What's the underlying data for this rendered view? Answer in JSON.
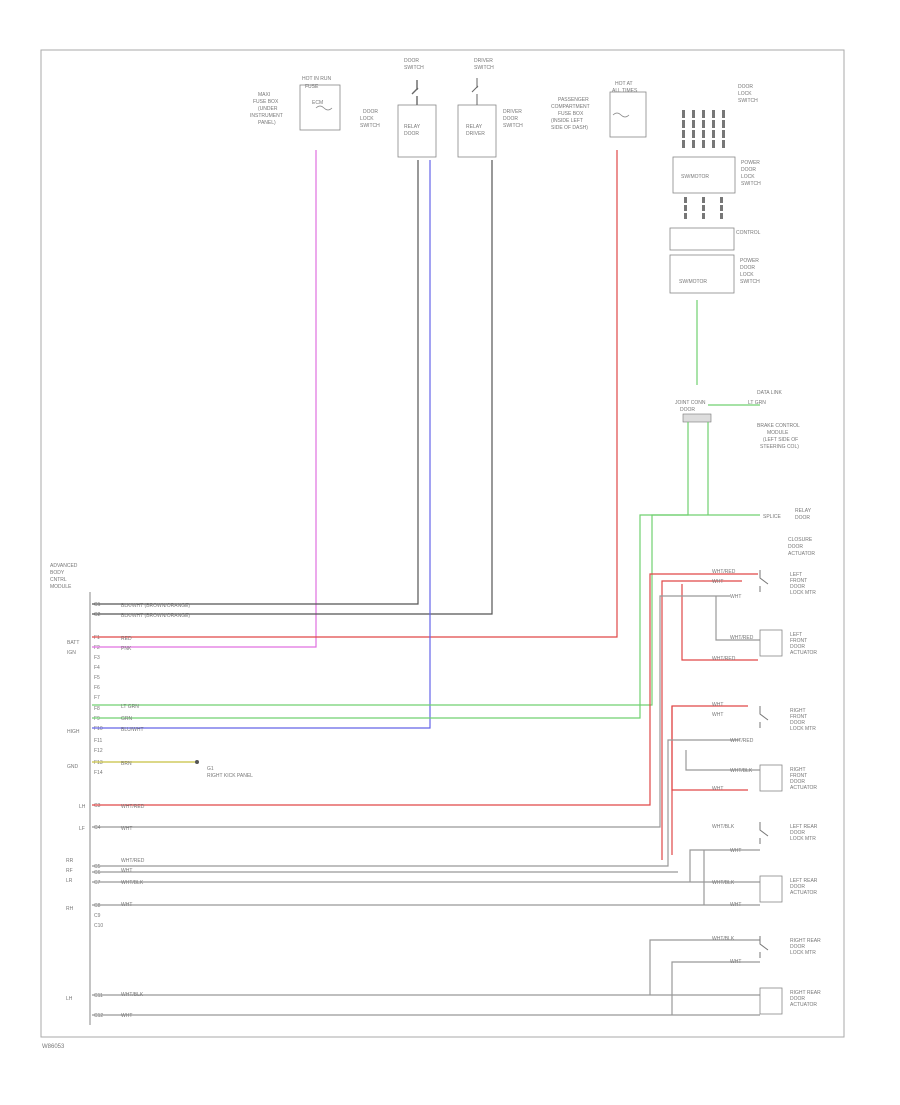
{
  "footer_code": "W86053",
  "module": {
    "label_lines": [
      "ADVANCED",
      "BODY",
      "CNTRL",
      "MODULE"
    ]
  },
  "side_labels": [
    "BATT",
    "IGN",
    "HIGH",
    "GND",
    "LH",
    "LF",
    "RR",
    "RF",
    "LR",
    "RH",
    "LH"
  ],
  "pins": [
    "C1",
    "C2",
    "F1",
    "F2",
    "F3",
    "F4",
    "F5",
    "F6",
    "F7",
    "F8",
    "F9",
    "F10",
    "F11",
    "F12",
    "F13",
    "F14",
    "C3",
    "C4",
    "C5",
    "C6",
    "C7",
    "C8",
    "C9",
    "C10",
    "C11",
    "C12"
  ],
  "wire_labels": {
    "w1": "BLK/WHT (BROWN/ORANGE)",
    "w2": "BLK/WHT (BROWN/ORANGE)",
    "w3": "RED",
    "w4": "PNK",
    "w5": "LT GRN",
    "w6": "GRN",
    "w7": "BLU/WHT",
    "w8": "BRN",
    "w9": "WHT/RED",
    "w10": "WHT",
    "w11": "WHT/RED",
    "w12": "WHT",
    "w13": "WHT/BLK",
    "w14": "WHT",
    "w15": "WHT/BLK",
    "w16": "WHT"
  },
  "ground_label": [
    "G1",
    "RIGHT KICK PANEL"
  ],
  "components": {
    "fuse_left": [
      "HOT IN RUN",
      "FUSE",
      "ECM"
    ],
    "fuse_left_desc": [
      "MAXI",
      "FUSE BOX",
      "(UNDER",
      "INSTRUMENT",
      "PANEL)"
    ],
    "door_switch": [
      "DOOR",
      "SWITCH"
    ],
    "door_relay": [
      "RELAY",
      "DOOR"
    ],
    "door_relay_desc": [
      "DOOR",
      "LOCK",
      "SWITCH"
    ],
    "driver_switch": [
      "DRIVER",
      "SWITCH"
    ],
    "driver_relay": [
      "RELAY",
      "DRIVER"
    ],
    "driver_relay_desc": [
      "DRIVER",
      "DOOR",
      "SWITCH"
    ],
    "fuse_right": [
      "HOT AT",
      "ALL TIMES"
    ],
    "fuse_right_desc": [
      "PASSENGER",
      "COMPARTMENT",
      "FUSE BOX",
      "(INSIDE LEFT",
      "SIDE OF DASH)"
    ],
    "lock_top": [
      "DOOR",
      "LOCK",
      "SWITCH"
    ],
    "sw_top_box": "SW/MOTOR",
    "sw_top_desc": [
      "POWER",
      "DOOR",
      "LOCK",
      "SWITCH"
    ],
    "sw_bottom_label": "CONTROL",
    "sw_bottom_box": "SW/MOTOR",
    "sw_bottom_desc": [
      "POWER",
      "DOOR",
      "LOCK",
      "SWITCH"
    ],
    "junction_top": "DATA LINK",
    "junction_label": [
      "JOINT CONN",
      "DOOR"
    ],
    "junction_right": "LT GRN",
    "junction_desc": [
      "BRAKE CONTROL",
      "MODULE",
      "(LEFT SIDE OF",
      "STEERING COL)"
    ],
    "splice_desc": "SPLICE",
    "relay_right_label": [
      "RELAY",
      "DOOR"
    ],
    "ls_group": [
      "CLOSURE",
      "DOOR",
      "ACTUATOR"
    ]
  },
  "actuators": [
    {
      "name": [
        "LEFT",
        "FRONT",
        "DOOR",
        "LOCK MTR"
      ]
    },
    {
      "name": [
        "LEFT",
        "FRONT",
        "DOOR",
        "ACTUATOR"
      ]
    },
    {
      "name": [
        "RIGHT",
        "FRONT",
        "DOOR",
        "LOCK MTR"
      ]
    },
    {
      "name": [
        "RIGHT",
        "FRONT",
        "DOOR",
        "ACTUATOR"
      ]
    },
    {
      "name": [
        "LEFT REAR",
        "DOOR",
        "LOCK MTR"
      ]
    },
    {
      "name": [
        "LEFT REAR",
        "DOOR",
        "ACTUATOR"
      ]
    },
    {
      "name": [
        "RIGHT REAR",
        "DOOR",
        "LOCK MTR"
      ]
    },
    {
      "name": [
        "RIGHT REAR",
        "DOOR",
        "ACTUATOR"
      ]
    }
  ],
  "actuator_wires": [
    "WHT/RED",
    "WHT",
    "WHT",
    "WHT/RED",
    "WHT/RED",
    "WHT",
    "WHT",
    "WHT/RED",
    "WHT/BLK",
    "WHT",
    "WHT/BLK",
    "WHT",
    "WHT/BLK",
    "WHT",
    "WHT/BLK",
    "WHT"
  ],
  "colors": {
    "pink": "#e070e0",
    "red": "#e04848",
    "blue": "#6464e8",
    "green": "#70d070",
    "black": "#555555",
    "grey": "#999999",
    "yellow": "#c8c040",
    "frame": "#aaaaaa"
  }
}
